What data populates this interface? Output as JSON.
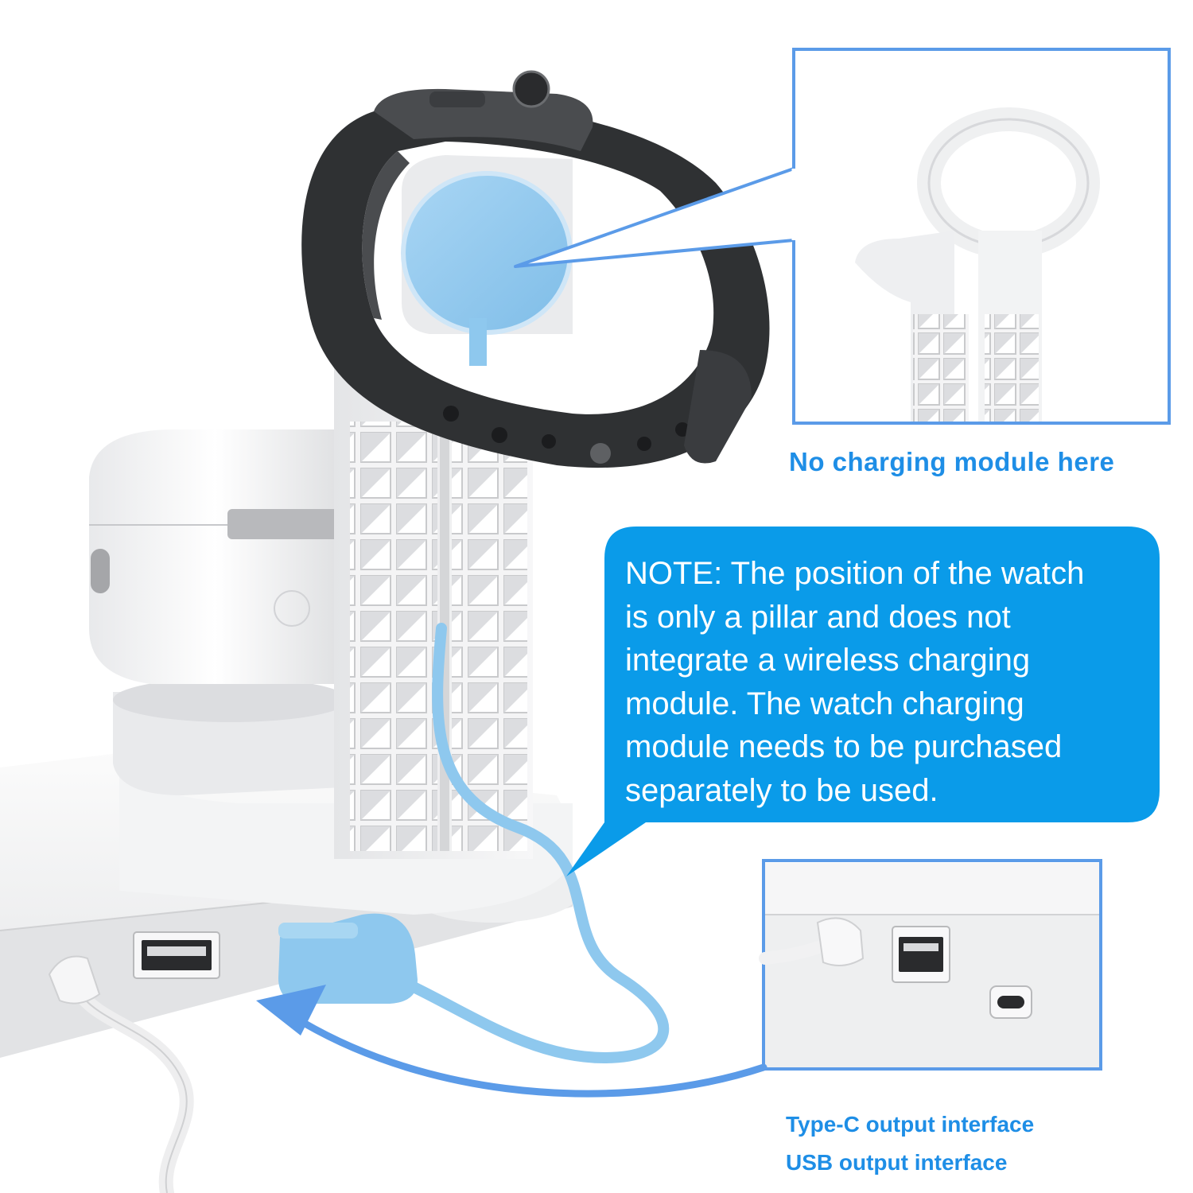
{
  "callouts": {
    "no_module": "No charging module here",
    "type_c": "Type-C output interface",
    "usb": "USB output interface"
  },
  "note": {
    "lines": [
      "NOTE: The position of the watch",
      "is only a pillar and does not",
      "integrate a wireless charging",
      "module. The watch charging",
      "module needs to be purchased",
      "separately to be used."
    ]
  },
  "colors": {
    "accent_blue": "#1e8ee6",
    "note_bubble": "#0a9be9",
    "frame_border": "#5b9be8",
    "cable_blue": "#8ec8ee",
    "watch_band": "#2f3133",
    "product_white": "#f2f3f4"
  },
  "icons": [
    "watch-icon",
    "earbuds-case-icon",
    "usb-port-icon",
    "type-c-port-icon",
    "curved-arrow-icon"
  ]
}
